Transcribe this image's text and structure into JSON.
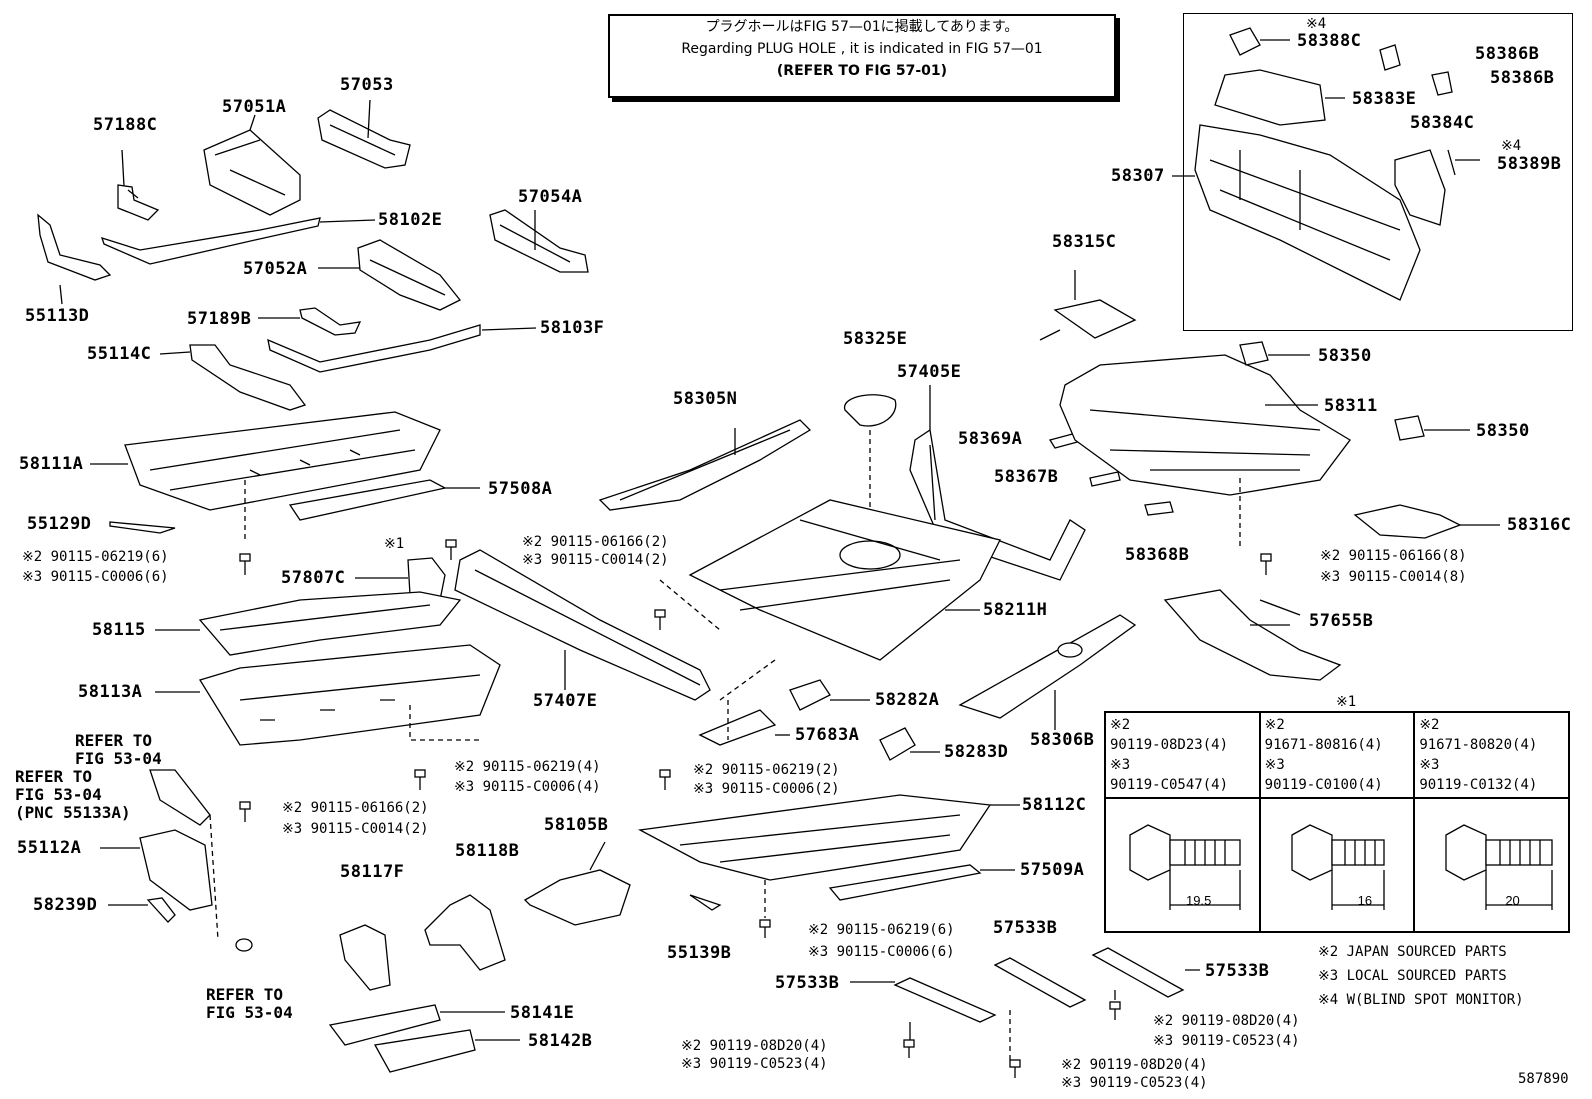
{
  "notice": {
    "line1": "プラグホールはFIG 57—01に掲載してあります。",
    "line2": "Regarding  PLUG  HOLE , it is indicated in FIG 57—01",
    "line3": "(REFER TO FIG 57-01)"
  },
  "labels": {
    "p57188C": "57188C",
    "p57051A": "57051A",
    "p57053": "57053",
    "p57054A": "57054A",
    "p58102E": "58102E",
    "p57052A": "57052A",
    "p55113D": "55113D",
    "p57189B": "57189B",
    "p58103F": "58103F",
    "p55114C": "55114C",
    "p58111A": "58111A",
    "p57508A": "57508A",
    "p55129D": "55129D",
    "p57807C": "57807C",
    "p58115": "58115",
    "p58113A": "58113A",
    "p57407E": "57407E",
    "p58305N": "58305N",
    "p58325E": "58325E",
    "p57405E": "57405E",
    "p58369A": "58369A",
    "p58367B": "58367B",
    "p58211H": "58211H",
    "p58282A": "58282A",
    "p57683A": "57683A",
    "p58283D": "58283D",
    "p58306B": "58306B",
    "p58112C": "58112C",
    "p57509A": "57509A",
    "p55139B": "55139B",
    "p58105B": "58105B",
    "p58118B": "58118B",
    "p58117F": "58117F",
    "p55112A": "55112A",
    "p58239D": "58239D",
    "p58141E": "58141E",
    "p58142B": "58142B",
    "p57533B_a": "57533B",
    "p57533B_b": "57533B",
    "p57533B_c": "57533B",
    "p58315C": "58315C",
    "p58350_a": "58350",
    "p58311": "58311",
    "p58350_b": "58350",
    "p58368B": "58368B",
    "p58316C": "58316C",
    "p57655B": "57655B",
    "p58388C": "58388C",
    "p58386B_a": "58386B",
    "p58386B_b": "58386B",
    "p58383E": "58383E",
    "p58384C": "58384C",
    "p58389B": "58389B",
    "p58307": "58307",
    "m4a": "※4",
    "m4b": "※4",
    "m1a": "※1",
    "m1b": "※1"
  },
  "fastener_callouts": {
    "a1": "※2 90115-06219(6)",
    "a2": "※3 90115-C0006(6)",
    "b1": "※2 90115-06166(2)",
    "b2": "※3 90115-C0014(2)",
    "c1": "※2 90115-06166(8)",
    "c2": "※3 90115-C0014(8)",
    "d1": "※2 90115-06219(4)",
    "d2": "※3 90115-C0006(4)",
    "e1": "※2 90115-06219(2)",
    "e2": "※3 90115-C0006(2)",
    "f1": "※2 90115-06166(2)",
    "f2": "※3 90115-C0014(2)",
    "g1": "※2 90115-06219(6)",
    "g2": "※3 90115-C0006(6)",
    "h1": "※2 90119-08D20(4)",
    "h2": "※3 90119-C0523(4)",
    "i1": "※2 90119-08D20(4)",
    "i2": "※3 90119-C0523(4)",
    "j1": "※2 90119-08D20(4)",
    "j2": "※3 90119-C0523(4)"
  },
  "refs": {
    "r1_l1": "REFER TO",
    "r1_l2": "FIG 53-04",
    "r2_l1": "REFER TO",
    "r2_l2": "FIG 53-04",
    "r2_l3": "(PNC 55133A)",
    "r3_l1": "REFER TO",
    "r3_l2": "FIG 53-04"
  },
  "fastener_table": [
    {
      "j_mark": "※2",
      "j_pn": "90119-08D23(4)",
      "l_mark": "※3",
      "l_pn": "90119-C0547(4)",
      "length": "19.5"
    },
    {
      "j_mark": "※2",
      "j_pn": "91671-80816(4)",
      "l_mark": "※3",
      "l_pn": "90119-C0100(4)",
      "length": "16"
    },
    {
      "j_mark": "※2",
      "j_pn": "91671-80820(4)",
      "l_mark": "※3",
      "l_pn": "90119-C0132(4)",
      "length": "20"
    }
  ],
  "legend": {
    "l2": "※2 JAPAN SOURCED PARTS",
    "l3": "※3 LOCAL SOURCED PARTS",
    "l4": "※4 W(BLIND SPOT MONITOR)"
  },
  "figure_id": "587890"
}
